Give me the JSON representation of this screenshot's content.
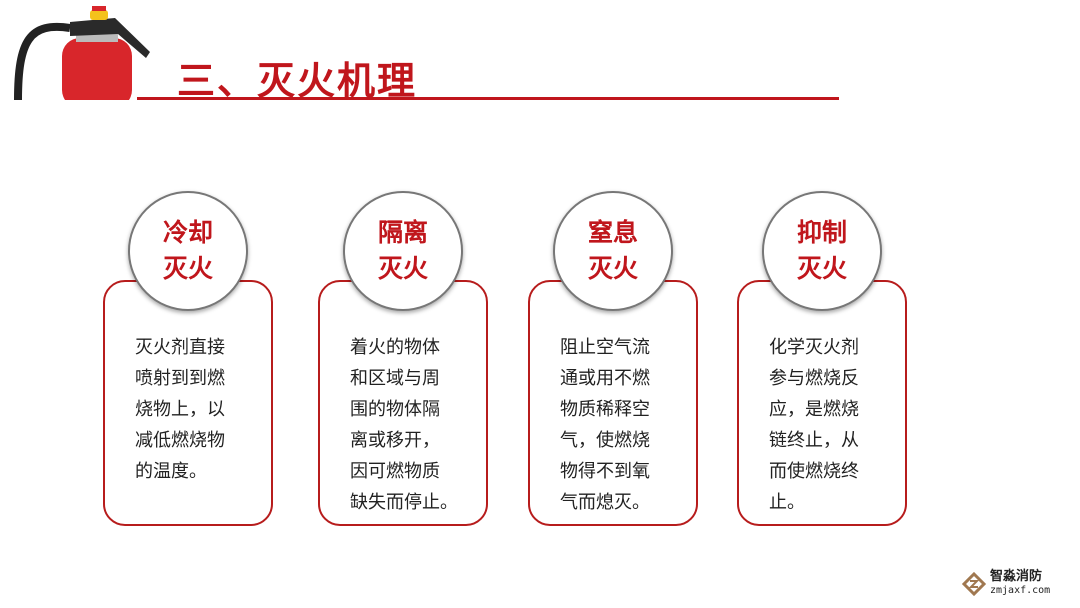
{
  "header": {
    "title": "三、灭火机理"
  },
  "cards": [
    {
      "heading": [
        "冷却",
        "灭火"
      ],
      "lines": [
        "灭火剂直接",
        "喷射到到燃",
        "烧物上，以",
        "减低燃烧物",
        "的温度。"
      ]
    },
    {
      "heading": [
        "隔离",
        "灭火"
      ],
      "lines": [
        "着火的物体",
        "和区域与周",
        "围的物体隔",
        "离或移开，",
        "因可燃物质",
        "缺失而停止。"
      ]
    },
    {
      "heading": [
        "窒息",
        "灭火"
      ],
      "lines": [
        "阻止空气流",
        "通或用不燃",
        "物质稀释空",
        "气，使燃烧",
        "物得不到氧",
        "气而熄灭。"
      ]
    },
    {
      "heading": [
        "抑制",
        "灭火"
      ],
      "lines": [
        "化学灭火剂",
        "参与燃烧反",
        "应，是燃烧",
        "链终止，从",
        "而使燃烧终",
        "止。"
      ]
    }
  ],
  "watermark": {
    "name": "智淼消防",
    "url": "zmjaxf.com"
  },
  "colors": {
    "accent": "#c0161c"
  }
}
